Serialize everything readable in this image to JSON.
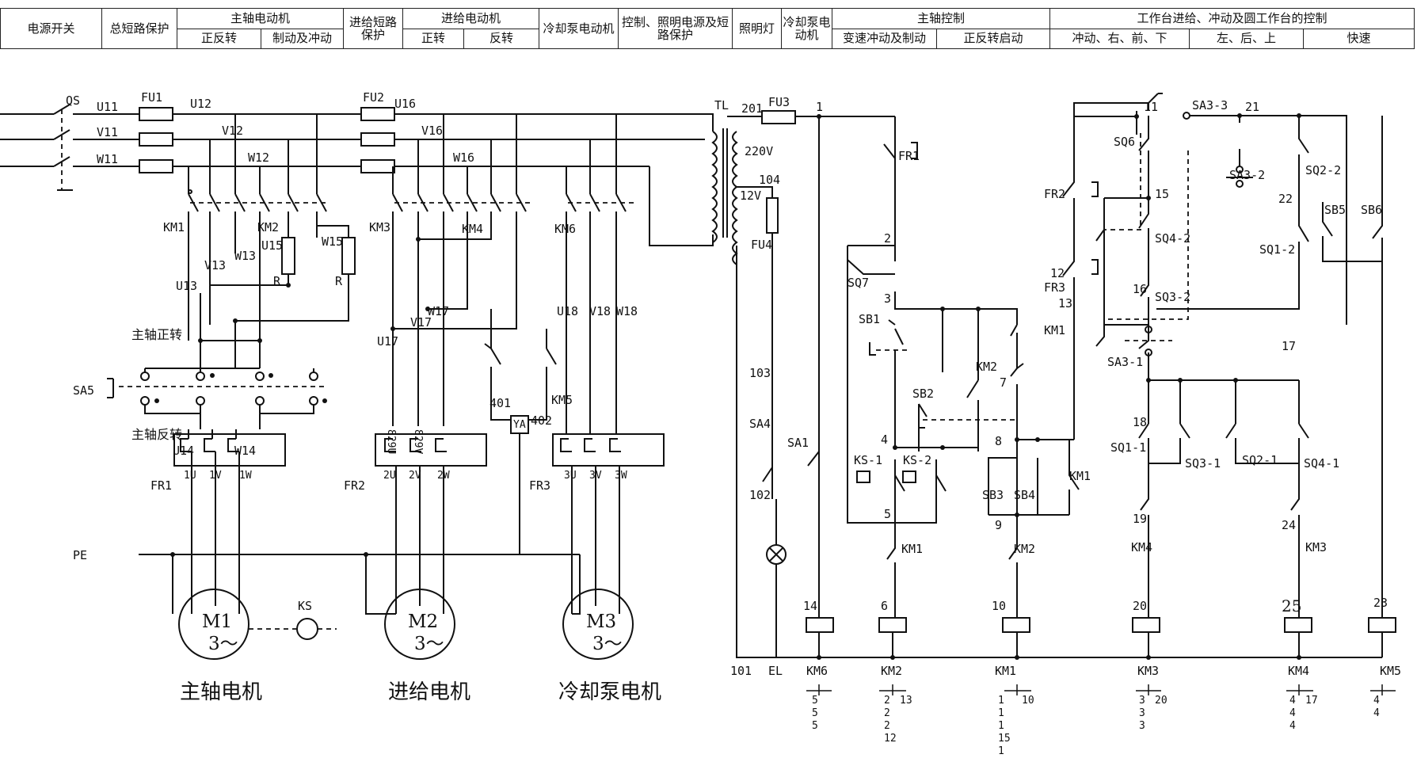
{
  "header": {
    "power_switch": "电源开关",
    "main_protection": "总短路保护",
    "spindle_motor": "主轴电动机",
    "spindle_fwd_rev": "正反转",
    "spindle_brake_jog": "制动及冲动",
    "feed_protection": "进给短路保护",
    "feed_motor": "进给电动机",
    "feed_fwd": "正转",
    "feed_rev": "反转",
    "coolant_motor": "冷却泵电动机",
    "control_power": "控制、照明电源及短路保护",
    "lamp": "照明灯",
    "coolant_motor2": "冷却泵电动机",
    "spindle_control": "主轴控制",
    "speed_jog_brake": "变速冲动及制动",
    "fwd_rev_start": "正反转启动",
    "table_control": "工作台进给、冲动及圆工作台的控制",
    "jog_right_front_down": "冲动、右、前、下",
    "left_back_up": "左、后、上",
    "rapid": "快速"
  },
  "captions": {
    "m1": "主轴电机",
    "m2": "进给电机",
    "m3": "冷却泵电机"
  },
  "left_labels": {
    "spindle_forward": "主轴正转",
    "spindle_reverse": "主轴反转",
    "sa5": "SA5",
    "pe": "PE",
    "qs": "QS",
    "fu1": "FU1",
    "fu2": "FU2",
    "u11": "U11",
    "v11": "V11",
    "w11": "W11",
    "u12": "U12",
    "v12": "V12",
    "w12": "W12",
    "u16": "U16",
    "v16": "V16",
    "w16": "W16",
    "u13": "U13",
    "v13": "V13",
    "w13": "W13",
    "u15": "U15",
    "w15": "W15",
    "u14": "U14",
    "w14": "W14",
    "u17": "U17",
    "v17": "V17",
    "w17": "W17",
    "u18": "U18",
    "v18": "V18",
    "w18": "W18",
    "u829": "829U",
    "v829": "829V",
    "km1": "KM1",
    "km2": "KM2",
    "km3": "KM3",
    "km4": "KM4",
    "km5": "KM5",
    "km6": "KM6",
    "r1": "R",
    "r2": "R",
    "fr1": "FR1",
    "fr2": "FR2",
    "fr3": "FR3",
    "u1": "1U",
    "v1": "1V",
    "w1": "1W",
    "u2": "2U",
    "v2": "2V",
    "w2": "2W",
    "u3": "3U",
    "v3": "3V",
    "w3": "3W",
    "ya": "YA",
    "n401": "401",
    "n402": "402",
    "m1": "M1",
    "m2": "M2",
    "m3": "M3",
    "tilde": "3～",
    "ks": "KS",
    "tl": "TL"
  },
  "right_labels": {
    "n201": "201",
    "fu3": "FU3",
    "n1": "1",
    "v220": "220V",
    "n104": "104",
    "v12": "12V",
    "fu4": "FU4",
    "n103": "103",
    "n102": "102",
    "n101": "101",
    "el": "EL",
    "sa4": "SA4",
    "sa1": "SA1",
    "fr1": "FR1",
    "n2": "2",
    "sq7": "SQ7",
    "n3": "3",
    "sb1": "SB1",
    "km2": "KM2",
    "n7": "7",
    "sb2": "SB2",
    "n4": "4",
    "n8": "8",
    "ks1": "KS-1",
    "ks2": "KS-2",
    "n5": "5",
    "km1a": "KM1",
    "sb3": "SB3",
    "sb4": "SB4",
    "km1b": "KM1",
    "n9": "9",
    "km2b": "KM2",
    "n6": "6",
    "n10": "10",
    "n14": "14",
    "fr2": "FR2",
    "n12": "12",
    "fr3": "FR3",
    "n13": "13",
    "km1c": "KM1",
    "n11": "11",
    "sa33": "SA3-3",
    "n21": "21",
    "sq6": "SQ6",
    "sa32": "SA3-2",
    "sq22": "SQ2-2",
    "n22": "22",
    "n15": "15",
    "sb5": "SB5",
    "sb6": "SB6",
    "sq42": "SQ4-2",
    "sq12": "SQ1-2",
    "n16": "16",
    "sq32": "SQ3-2",
    "n17": "17",
    "sa31": "SA3-1",
    "n18": "18",
    "sq11": "SQ1-1",
    "sq31": "SQ3-1",
    "sq21": "SQ2-1",
    "sq41": "SQ4-1",
    "n19": "19",
    "n24": "24",
    "km4": "KM4",
    "km3": "KM3",
    "n20": "20",
    "n25": "25",
    "n23": "23"
  },
  "coils": [
    "KM6",
    "KM2",
    "KM1",
    "KM3",
    "KM4",
    "KM5"
  ],
  "coil_tables": {
    "km6": [
      "5",
      "5",
      "5"
    ],
    "km2": [
      "2",
      "2",
      "2",
      "12"
    ],
    "km2_r": [
      "13"
    ],
    "km1": [
      "1",
      "1",
      "1",
      "15",
      "1"
    ],
    "km1_r": [
      "10"
    ],
    "km3": [
      "3",
      "3",
      "3"
    ],
    "km3_r": [
      "20"
    ],
    "km4": [
      "4",
      "4",
      "4"
    ],
    "km4_r": [
      "17"
    ],
    "km5": [
      "4",
      "4"
    ]
  }
}
